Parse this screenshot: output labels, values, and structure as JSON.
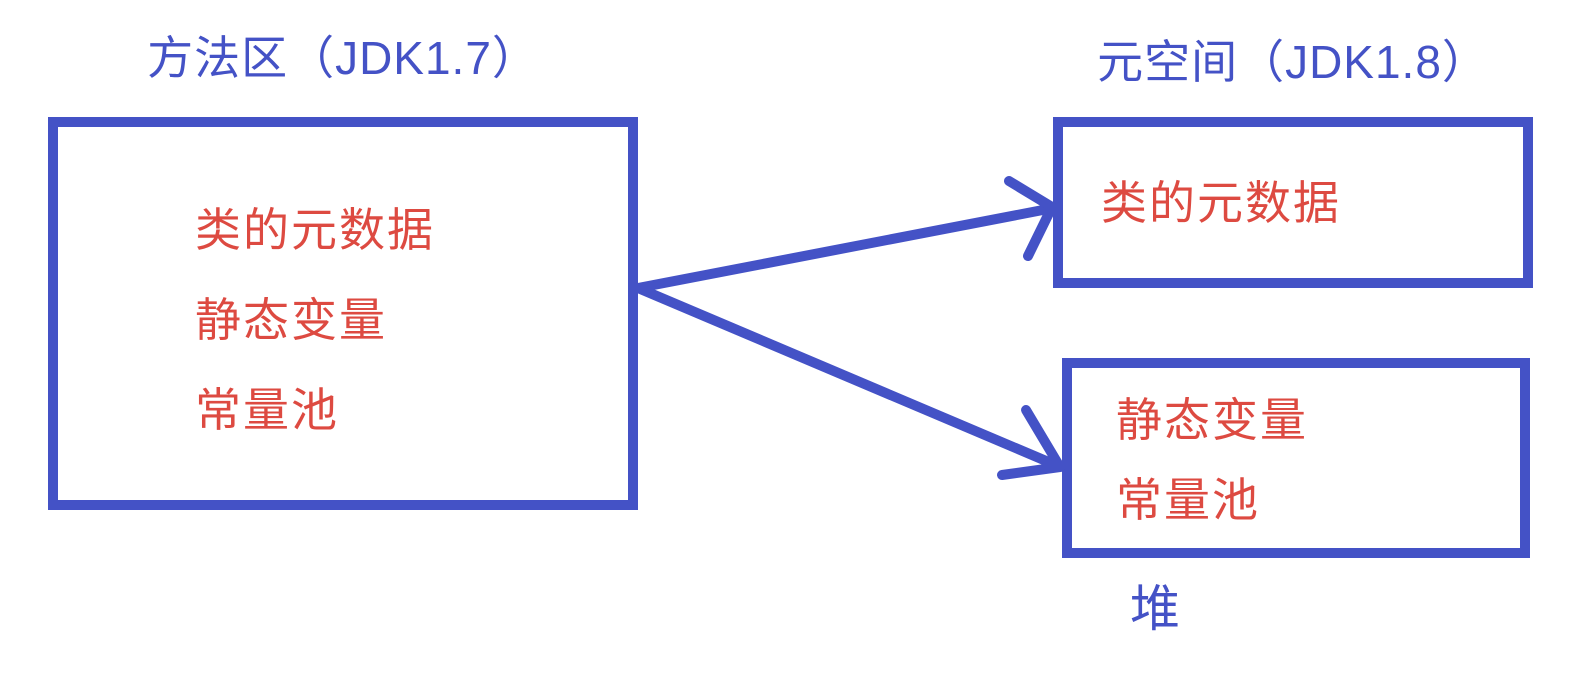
{
  "colors": {
    "blue": "#4452C6",
    "red": "#DD4A41"
  },
  "left_box": {
    "title": "方法区（JDK1.7）",
    "items": [
      "类的元数据",
      "静态变量",
      "常量池"
    ]
  },
  "metaspace_box": {
    "title": "元空间（JDK1.8）",
    "items": [
      "类的元数据"
    ]
  },
  "heap_box": {
    "items": [
      "静态变量",
      "常量池"
    ],
    "label_below": "堆"
  }
}
